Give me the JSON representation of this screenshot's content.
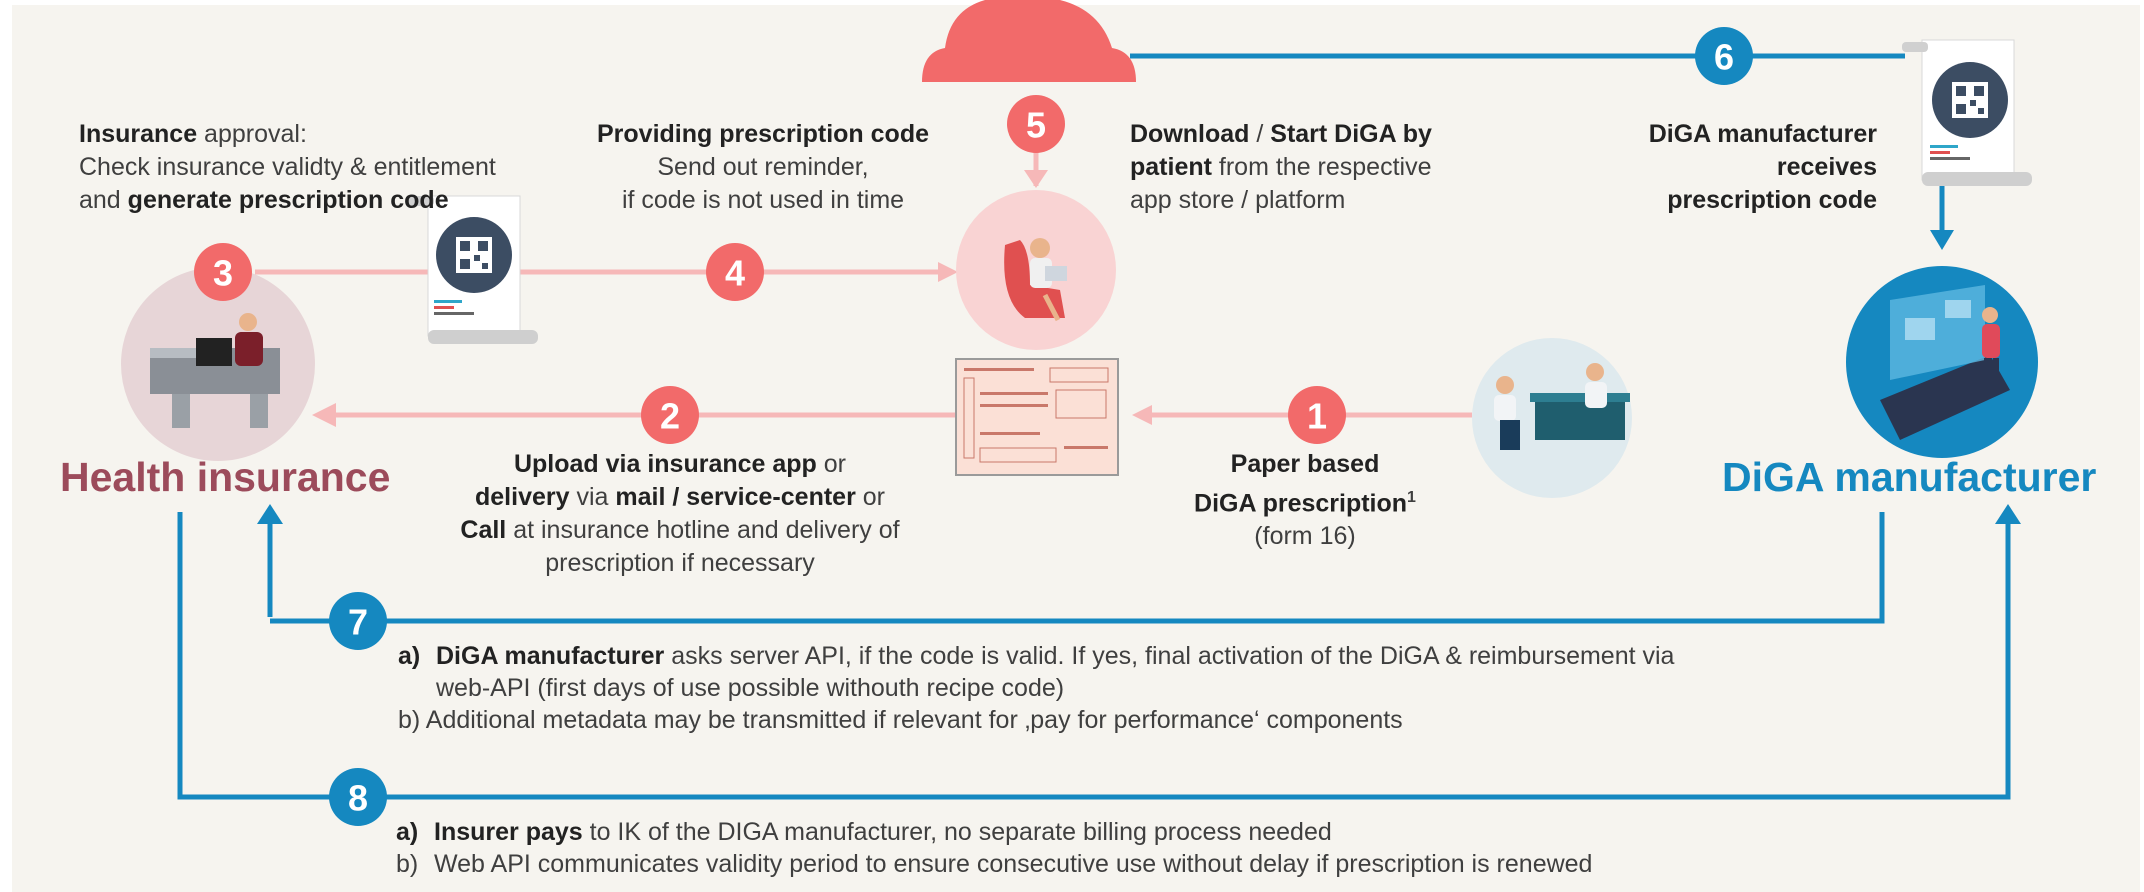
{
  "actors": {
    "health_insurance": "Health insurance",
    "diga_manufacturer": "DiGA manufacturer"
  },
  "steps": {
    "s1": "1",
    "s2": "2",
    "s3": "3",
    "s4": "4",
    "s5": "5",
    "s6": "6",
    "s7": "7",
    "s8": "8"
  },
  "texts": {
    "insurance_approval": {
      "bold1": "Insurance",
      "rest1": " approval:",
      "line2": "Check insurance validty & entitlement",
      "pre3": "and ",
      "bold3": "generate prescription code"
    },
    "providing_code": {
      "bold1": "Providing prescription code",
      "line2": "Send out reminder,",
      "line3": "if code is not used in time"
    },
    "download": {
      "b1": "Download",
      "t1": " / ",
      "b2": "Start DiGA by",
      "b3": "patient",
      "t3": " from the respective",
      "line3": "app store / platform"
    },
    "receives": {
      "line1": "DiGA manufacturer",
      "line2": "receives",
      "line3": "prescription code"
    },
    "upload": {
      "b1": "Upload via insurance app",
      "t1": " or",
      "b2": "delivery",
      "t2a": " via ",
      "b2b": "mail / service-center",
      "t2b": " or",
      "b3": "Call",
      "t3": " at insurance hotline and delivery of",
      "line4": "prescription if necessary"
    },
    "paper": {
      "line1": "Paper based",
      "line2": "DiGA prescription",
      "sup": "1",
      "line3": "(form 16)"
    },
    "step7": {
      "a_label": "a)",
      "a_bold": "DiGA manufacturer",
      "a_text": " asks server API, if the code is valid. If yes, final activation of the DiGA & reimbursement via",
      "a_line2": "web-API (first days of use possible withouth recipe code)",
      "b_line": "b) Additional metadata may be transmitted if relevant for ‚pay for performance‘ components"
    },
    "step8": {
      "a_label": "a)",
      "a_bold": "Insurer pays",
      "a_text": " to IK of the DIGA manufacturer, no separate billing process needed",
      "b_label": "b)",
      "b_text": "Web API communicates validity period to ensure consecutive use without delay if prescription is renewed"
    }
  },
  "colors": {
    "red_step": "#f26a6a",
    "red_line": "#f6b8b8",
    "blue": "#1588c0",
    "health_title": "#9c4b5b",
    "background": "#f6f4ef"
  }
}
